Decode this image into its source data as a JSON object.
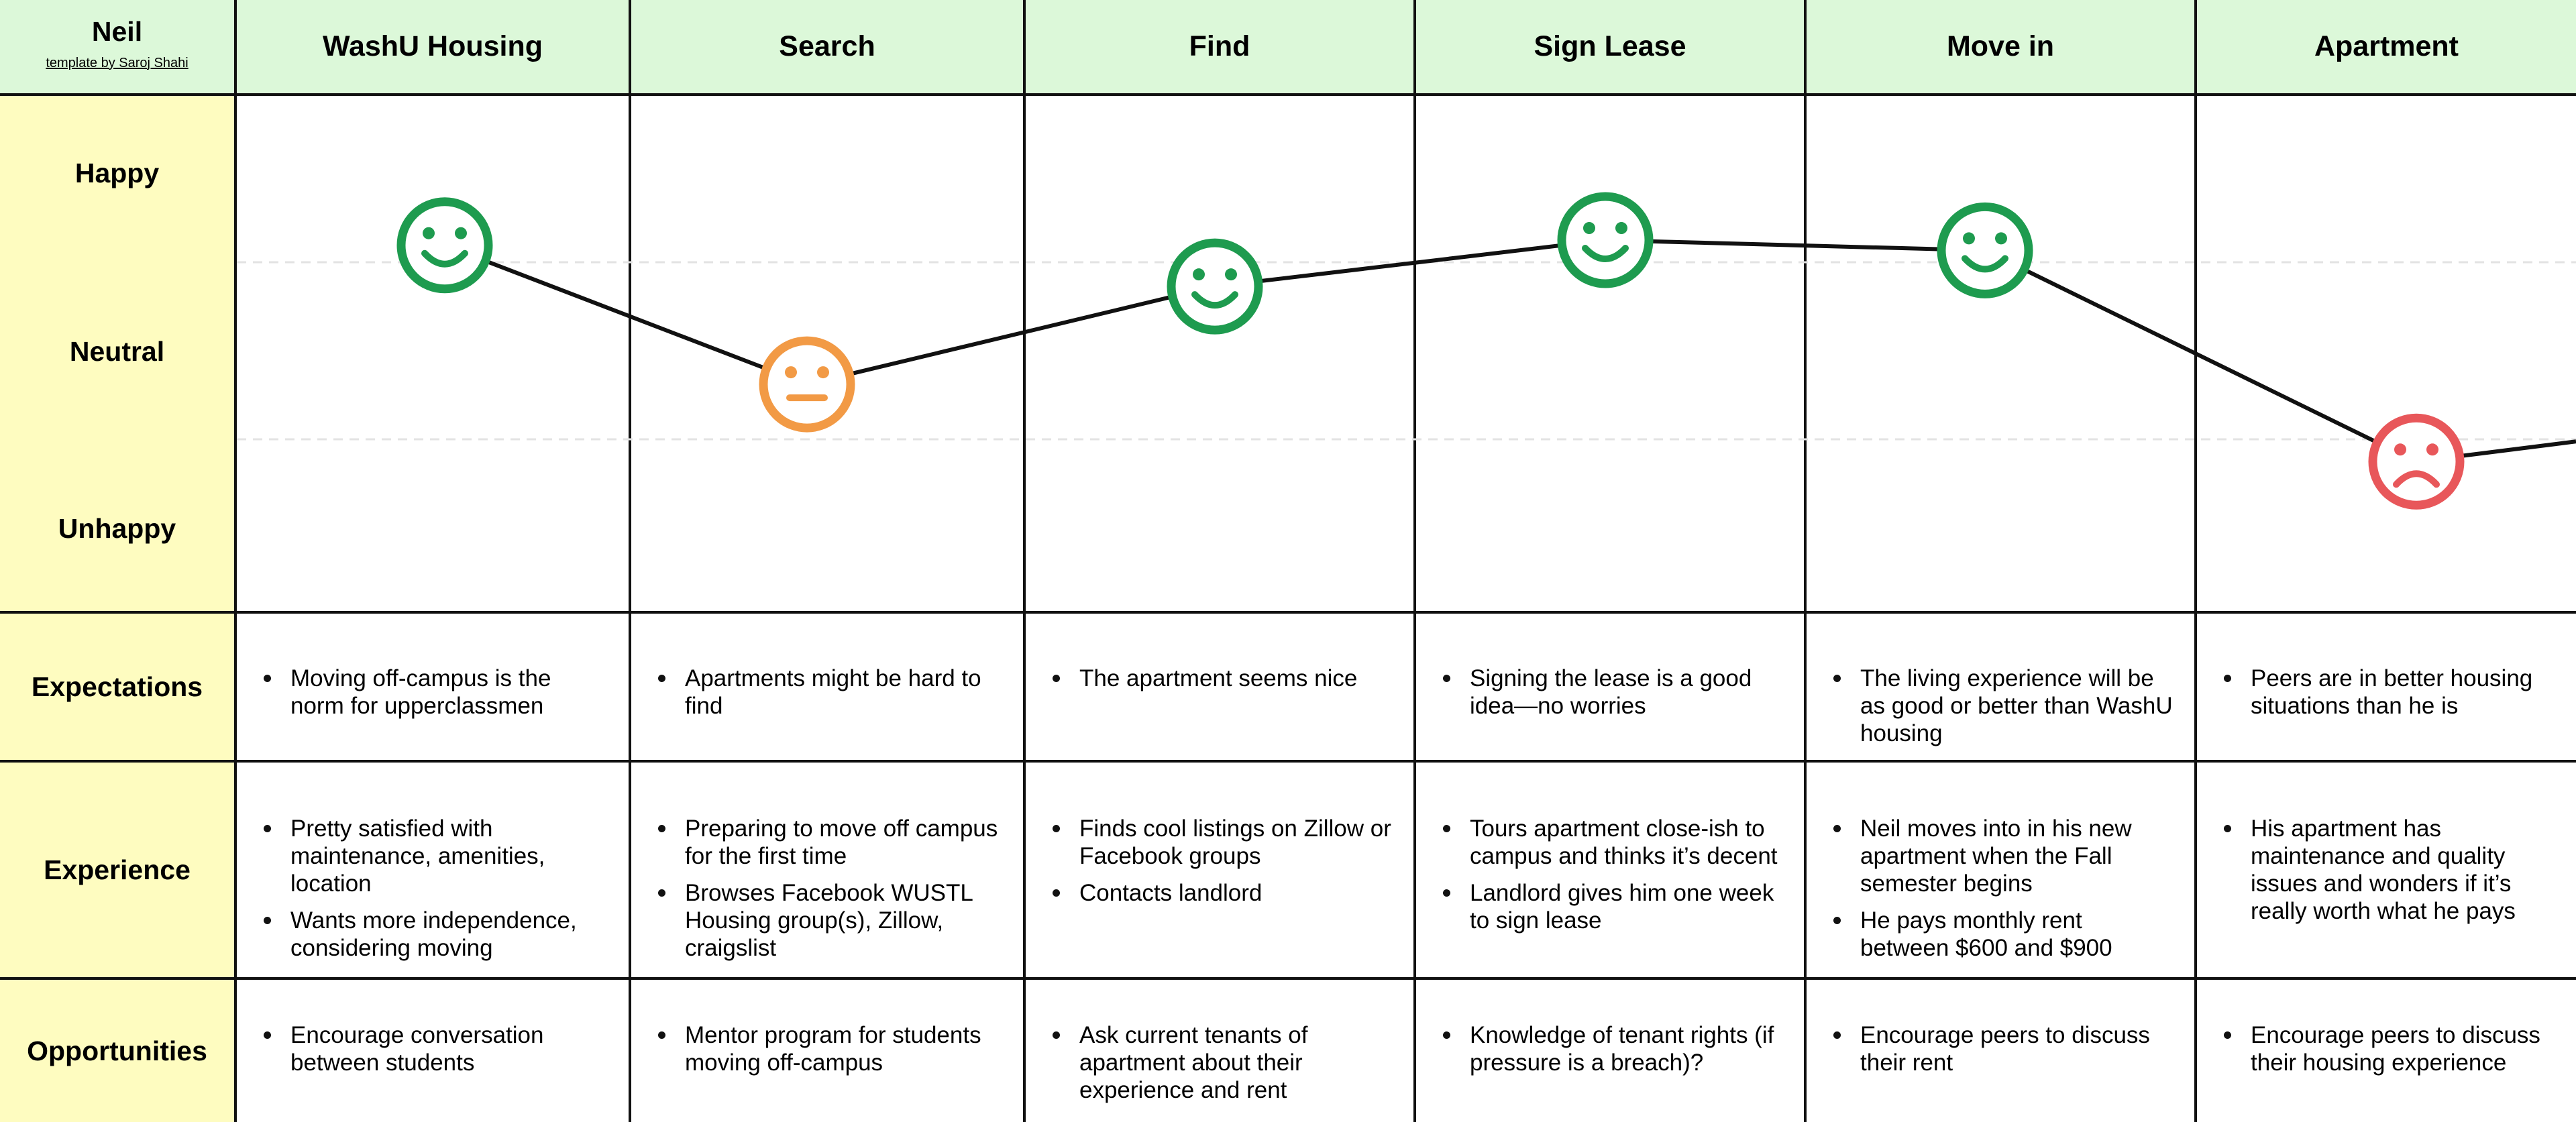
{
  "persona": {
    "name": "Neil",
    "credit": "template by Saroj Shahi"
  },
  "stages": [
    "WashU Housing",
    "Search",
    "Find",
    "Sign Lease",
    "Move in",
    "Apartment"
  ],
  "emotions": {
    "happy": "Happy",
    "neutral": "Neutral",
    "unhappy": "Unhappy"
  },
  "rows": {
    "expectations": {
      "label": "Expectations",
      "cells": [
        [
          "Moving off-campus is the norm for upperclassmen"
        ],
        [
          "Apartments might be hard to find"
        ],
        [
          "The apartment seems nice"
        ],
        [
          "Signing the lease is a good idea—no worries"
        ],
        [
          "The living experience will be as good or better than WashU housing"
        ],
        [
          "Peers are in better housing situations than he is"
        ]
      ]
    },
    "experience": {
      "label": "Experience",
      "cells": [
        [
          "Pretty satisfied with maintenance, amenities, location",
          "Wants more independence, considering moving"
        ],
        [
          "Preparing to move off campus for the first time",
          "Browses Facebook WUSTL Housing group(s), Zillow, craigslist"
        ],
        [
          "Finds cool listings on Zillow or Facebook groups",
          "Contacts landlord"
        ],
        [
          "Tours apartment close-ish to campus and thinks it’s decent",
          "Landlord gives him one week to sign lease"
        ],
        [
          "Neil moves into in his new apartment when the Fall semester begins",
          "He pays monthly rent between $600 and $900"
        ],
        [
          "His apartment has maintenance and quality issues and wonders if it’s really worth what he pays"
        ]
      ]
    },
    "opportunities": {
      "label": "Opportunities",
      "cells": [
        [
          "Encourage conversation between students"
        ],
        [
          "Mentor program for students moving off-campus"
        ],
        [
          "Ask current tenants of apartment about their experience and rent"
        ],
        [
          "Knowledge of tenant rights (if pressure is a breach)?"
        ],
        [
          "Encourage peers to discuss their rent"
        ],
        [
          "Encourage peers to discuss their housing experience"
        ]
      ]
    }
  },
  "journey": {
    "points": [
      {
        "stage": "WashU Housing",
        "emotion": "happy",
        "level": 0.71
      },
      {
        "stage": "Search",
        "emotion": "neutral",
        "level": 0.44
      },
      {
        "stage": "Find",
        "emotion": "happy",
        "level": 0.63
      },
      {
        "stage": "Sign Lease",
        "emotion": "happy",
        "level": 0.72
      },
      {
        "stage": "Move in",
        "emotion": "happy",
        "level": 0.7
      },
      {
        "stage": "Apartment",
        "emotion": "unhappy",
        "level": 0.29
      }
    ],
    "colors": {
      "happy": "#1e9b4f",
      "neutral": "#f29a45",
      "unhappy": "#e8575a",
      "line": "#111111"
    }
  }
}
